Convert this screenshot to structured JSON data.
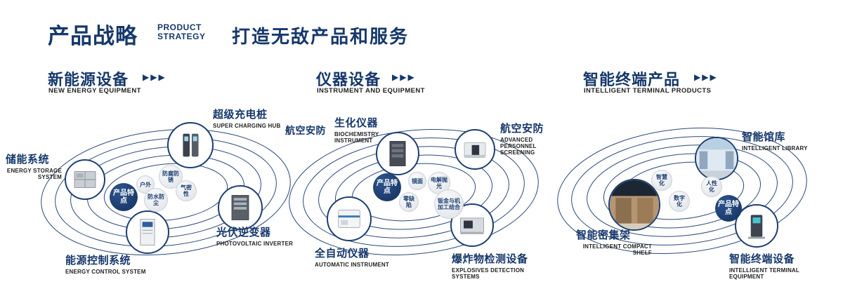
{
  "header": {
    "title": "产品战略",
    "subtitle_line1": "PRODUCT",
    "subtitle_line2": "STRATEGY",
    "tagline": "打造无敌产品和服务"
  },
  "icons": {
    "triple_arrow": "▶▶▶"
  },
  "colors": {
    "navy": "#16386b",
    "caption": "#1f1f1f",
    "bubble_bg": "#e3e6ea"
  },
  "sections": [
    {
      "title": "新能源设备",
      "subtitle": "NEW ENERGY EQUIPMENT",
      "badge": "产品特点",
      "features": [
        "户外",
        "防腐防锈",
        "防水防尘",
        "气密性"
      ],
      "products": [
        {
          "name": "超级充电桩",
          "caption": "SUPER CHARGING HUB"
        },
        {
          "name": "储能系统",
          "caption": "ENERGY STORAGE SYSTEM"
        },
        {
          "name": "光伏逆变器",
          "caption": "PHOTOVOLTAIC INVERTER"
        },
        {
          "name": "能源控制系统",
          "caption": "ENERGY CONTROL SYSTEM"
        }
      ]
    },
    {
      "title": "仪器设备",
      "subtitle": "INSTRUMENT AND EQUIPMENT",
      "badge": "产品特点",
      "side_label": "航空安防",
      "features": [
        "镜面",
        "电解抛光",
        "零缺陷",
        "钣金与机加工结合"
      ],
      "products": [
        {
          "name": "生化仪器",
          "caption": "BIOCHEMISTRY INSTRUMENT"
        },
        {
          "name": "航空安防",
          "caption": "ADVANCED PERSONNEL SCREENING"
        },
        {
          "name": "全自动仪器",
          "caption": "AUTOMATIC INSTRUMENT"
        },
        {
          "name": "爆炸物检测设备",
          "caption": "EXPLOSIVES DETECTION SYSTEMS"
        }
      ]
    },
    {
      "title": "智能终端产品",
      "subtitle": "INTELLIGENT TERMINAL PRODUCTS",
      "badge": "产品特点",
      "features": [
        "智慧化",
        "人性化",
        "数字化"
      ],
      "products": [
        {
          "name": "智能馆库",
          "caption": "INTELLIGENT LIBRARY"
        },
        {
          "name": "智能密集架",
          "caption": "INTELLIGENT COMPACT SHELF"
        },
        {
          "name": "智能终端设备",
          "caption": "INTELLIGENT TERMINAL EQUIPMENT"
        }
      ]
    }
  ]
}
